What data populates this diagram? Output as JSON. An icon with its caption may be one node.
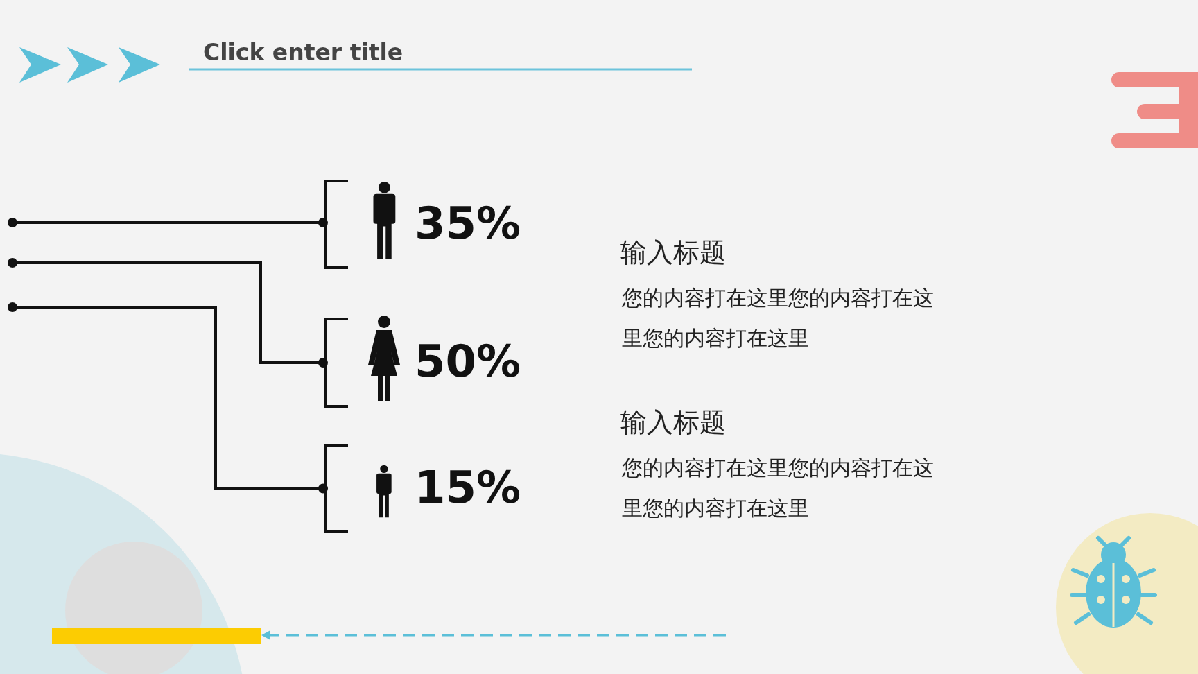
{
  "diagram": {
    "title": "Click enter title",
    "nodes": [
      {
        "text": [
          "35%"
        ]
      },
      {
        "text": [
          "50%"
        ]
      },
      {
        "text": [
          "15%"
        ]
      },
      {
        "text": [],
        "shape": "bar"
      }
    ],
    "edges": [
      {
        "from": null,
        "to": 0,
        "arrow": "other"
      },
      {
        "from": null,
        "to": 1,
        "arrow": "other"
      },
      {
        "from": null,
        "to": 2,
        "arrow": "other"
      },
      {
        "from": null,
        "to": 3,
        "arrow": "to",
        "style": "dashed",
        "color": "#5bbfd8"
      }
    ],
    "labels": [
      "输入标题",
      "您的内容打在这里您的内容打在这里您的内容打在这里",
      "输入标题",
      "您的内容打在这里您的内容打在这里您的内容打在这里"
    ]
  }
}
